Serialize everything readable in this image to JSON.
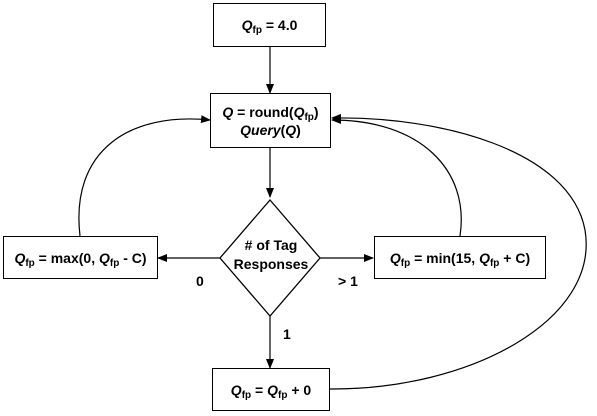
{
  "nodes": {
    "init": {
      "lhs": "Q",
      "lhs_sub": "fp",
      "rhs": " = 4.0"
    },
    "query": {
      "line1": {
        "lhs": "Q",
        "mid": " = round(",
        "arg": "Q",
        "arg_sub": "fp",
        "end": ")"
      },
      "line2": {
        "fn": "Query",
        "open": "(",
        "arg": "Q",
        "close": ")"
      }
    },
    "decision": {
      "line1": "# of Tag",
      "line2": "Responses"
    },
    "decrease": {
      "lhs": "Q",
      "lhs_sub": "fp",
      "mid": " = max(0, ",
      "arg": "Q",
      "arg_sub": "fp",
      "end": " - C)"
    },
    "increase": {
      "lhs": "Q",
      "lhs_sub": "fp",
      "mid": " = min(15, ",
      "arg": "Q",
      "arg_sub": "fp",
      "end": " + C)"
    },
    "same": {
      "lhs": "Q",
      "lhs_sub": "fp",
      "mid": " = ",
      "arg": "Q",
      "arg_sub": "fp",
      "end": " + 0"
    }
  },
  "edge_labels": {
    "zero": "0",
    "more": "> 1",
    "one": "1"
  },
  "colors": {
    "stroke": "#000000",
    "background": "#ffffff"
  }
}
